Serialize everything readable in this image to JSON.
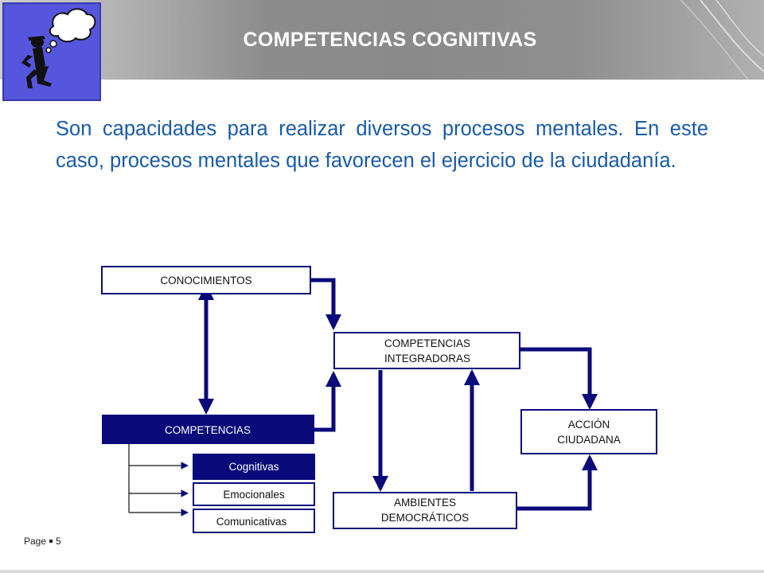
{
  "header": {
    "title": "COMPETENCIAS  COGNITIVAS"
  },
  "intro": {
    "text": "Son capacidades para realizar diversos procesos mentales. En este caso, procesos mentales que favorecen el ejercicio de la ciudadanía."
  },
  "diagram": {
    "conocimientos": "CONOCIMIENTOS",
    "integradoras_line1": "COMPETENCIAS",
    "integradoras_line2": "INTEGRADORAS",
    "competencias": "COMPETENCIAS",
    "accion_line1": "ACCIÓN",
    "accion_line2": "CIUDADANA",
    "cognitivas": "Cognitivas",
    "emocionales": "Emocionales",
    "comunicativas": "Comunicativas",
    "ambientes_line1": "AMBIENTES",
    "ambientes_line2": "DEMOCRÁTICOS"
  },
  "footer": {
    "page_label": "Page",
    "page_number": "5"
  },
  "colors": {
    "navy": "#0a0a7a",
    "title_text": "#ffffff",
    "intro_text": "#1a5aa6",
    "logo_bg": "#5555dd",
    "header_gray": "#8c8c8c"
  },
  "icons": {
    "logo": "thinking-person-icon"
  }
}
